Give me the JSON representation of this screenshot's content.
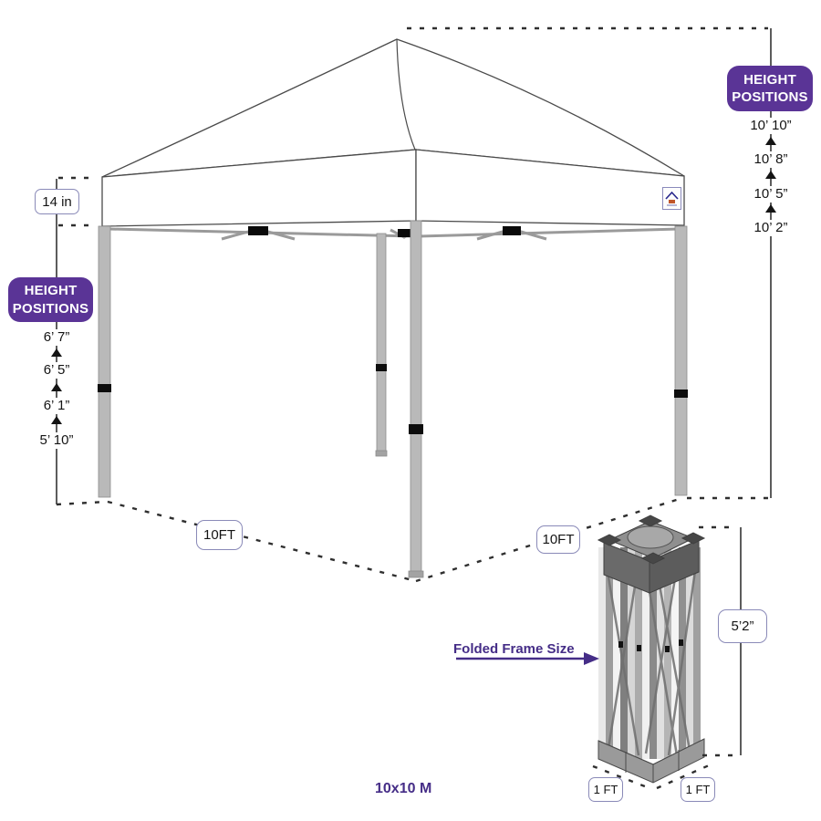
{
  "diagram": {
    "product_name": "10x10 M",
    "badge": {
      "line1": "HEIGHT",
      "line2": "POSITIONS"
    },
    "canopy_peak_heights": [
      "10’ 10”",
      "10’ 8”",
      "10’ 5”",
      "10’ 2”"
    ],
    "leg_heights": [
      "6’ 7”",
      "6’ 5”",
      "6’ 1”",
      "5’ 10”"
    ],
    "valance_height": "14 in",
    "frame_width": "10FT",
    "frame_depth": "10FT",
    "folded": {
      "label": "Folded Frame Size",
      "height": "5’2”",
      "base_width": "1 FT",
      "base_depth": "1 FT"
    }
  },
  "colors": {
    "badge_purple": "#5a3496",
    "text_purple": "#452d87",
    "line": "#3a3a3a",
    "leg_gray": "#b9b9b9"
  }
}
